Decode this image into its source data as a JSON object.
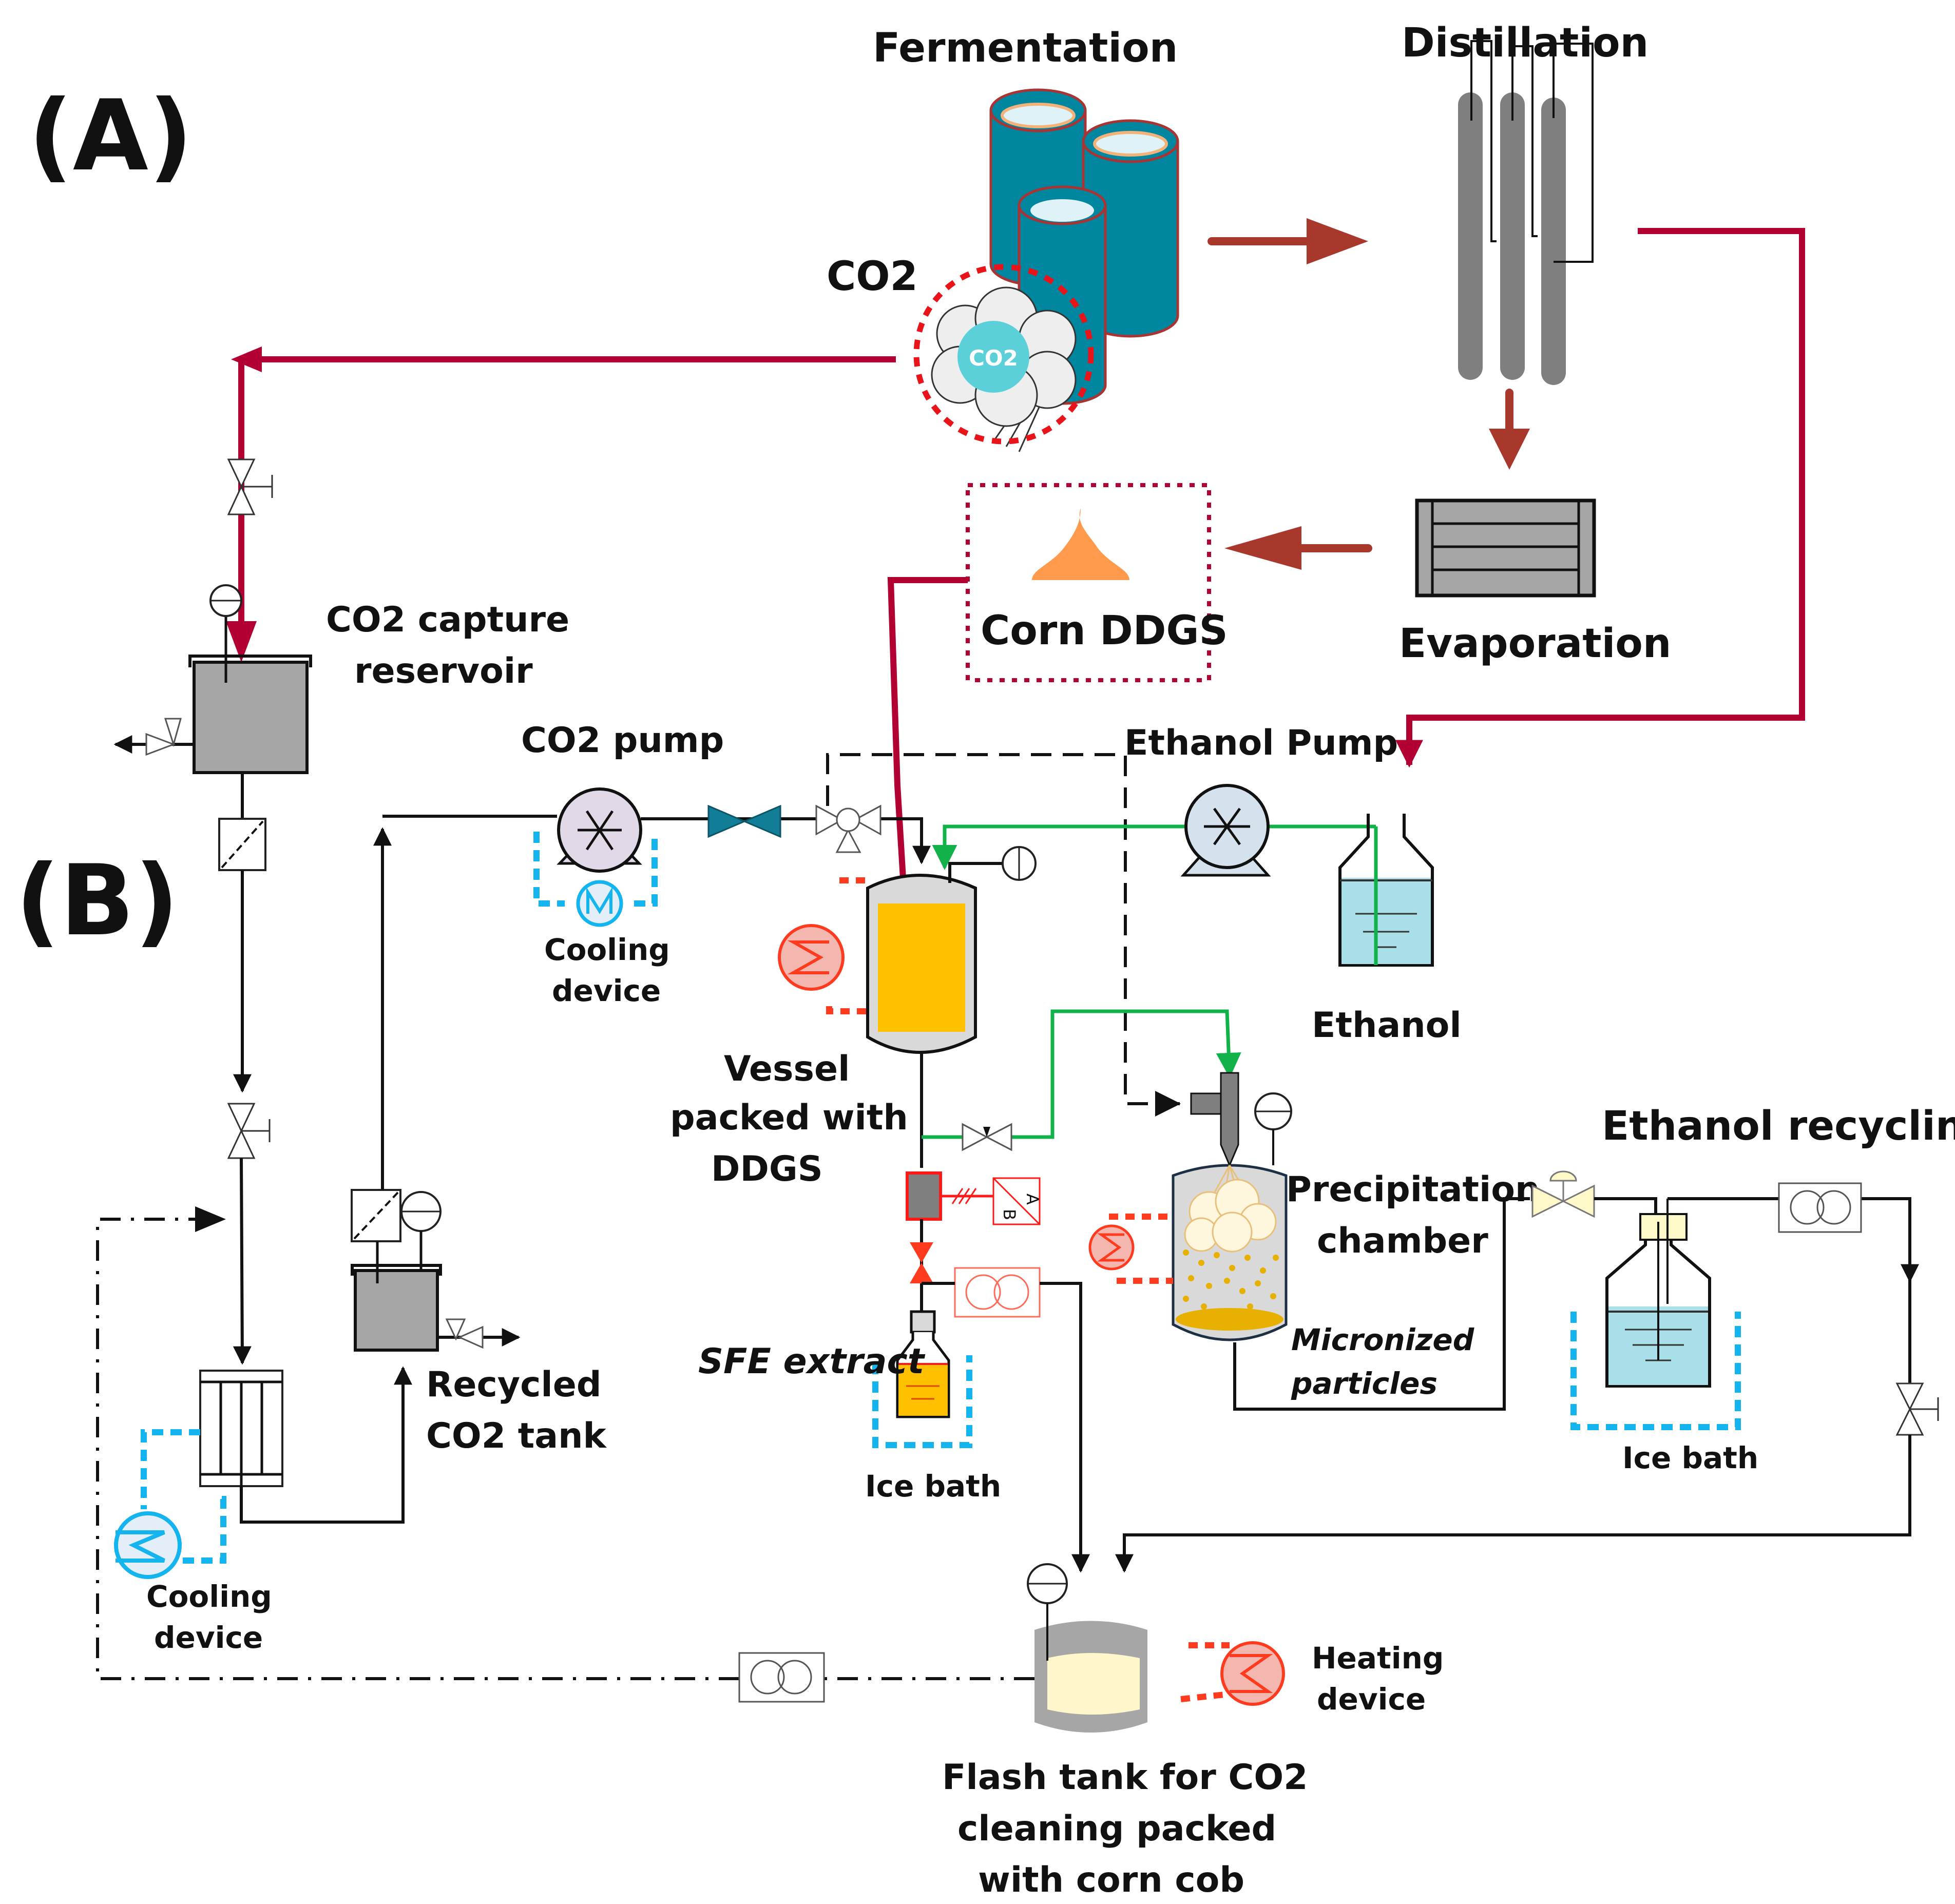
{
  "panels": {
    "a_label": "(A)",
    "b_label": "(B)"
  },
  "labels": {
    "fermentation": "Fermentation",
    "distillation": "Distillation",
    "co2_gas": "CO2",
    "co2_bubble": "CO2",
    "evaporation": "Evaporation",
    "corn_ddgs": "Corn DDGS",
    "co2_capture_line1": "CO2 capture",
    "co2_capture_line2": "reservoir",
    "co2_pump": "CO2 pump",
    "ethanol_pump": "Ethanol Pump",
    "cooling_device_pump_line1": "Cooling",
    "cooling_device_pump_line2": "device",
    "vessel_line1": "Vessel",
    "vessel_line2": "packed with",
    "vessel_line3": "DDGS",
    "ethanol": "Ethanol",
    "precipitation_line1": "Precipitation",
    "precipitation_line2": "chamber",
    "micronized_line1": "Micronized",
    "micronized_line2": "particles",
    "ethanol_recycling": "Ethanol recycling",
    "sfe_extract": "SFE extract",
    "ice_bath_sfe": "Ice bath",
    "ice_bath_recycling": "Ice bath",
    "recycled_tank_line1": "Recycled",
    "recycled_tank_line2": "CO2 tank",
    "cooling_device_hx_line1": "Cooling",
    "cooling_device_hx_line2": "device",
    "heating_device_line1": "Heating",
    "heating_device_line2": "device",
    "flash_tank_line1": "Flash tank for CO2",
    "flash_tank_line2": "cleaning packed",
    "flash_tank_line3": "with corn cob",
    "analyzer_a": "A",
    "analyzer_b": "B"
  },
  "colors": {
    "process_arrow": "#a8372c",
    "co2_line": "#b30033",
    "ethanol_line": "#12b24a",
    "cooling": "#14b4ee",
    "heating": "#ff3b1f",
    "fermenter": "#00869e",
    "ddgs_bed": "#ffc000",
    "ddgs_powder": "#ff9a4d",
    "ethanol_liquid": "#a8dfe9"
  }
}
